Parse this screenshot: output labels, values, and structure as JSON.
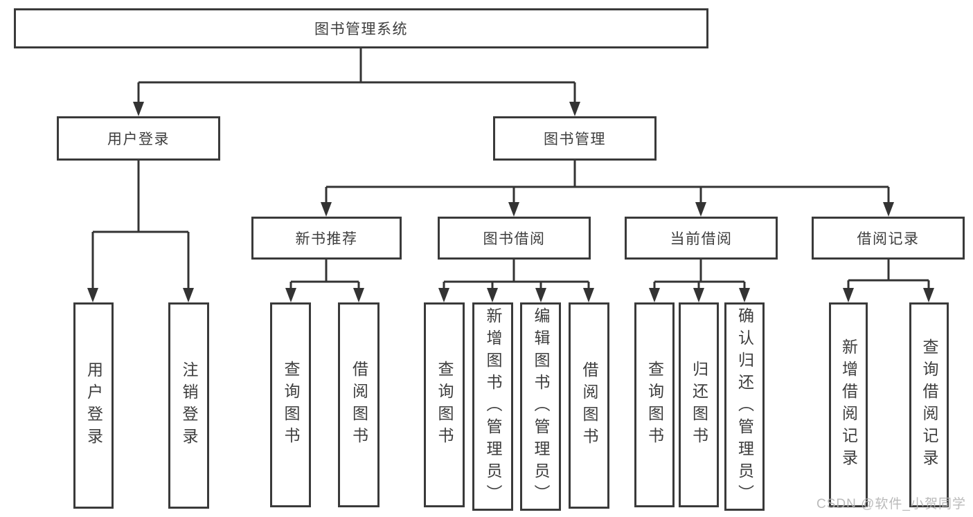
{
  "tree": {
    "root": {
      "label": "图书管理系统"
    },
    "children": [
      {
        "label": "用户登录",
        "children": [
          {
            "label": "用户登录"
          },
          {
            "label": "注销登录"
          }
        ]
      },
      {
        "label": "图书管理",
        "children": [
          {
            "label": "新书推荐",
            "children": [
              {
                "label": "查询图书"
              },
              {
                "label": "借阅图书"
              }
            ]
          },
          {
            "label": "图书借阅",
            "children": [
              {
                "label": "查询图书"
              },
              {
                "label": "新增图书（管理员）"
              },
              {
                "label": "编辑图书（管理员）"
              },
              {
                "label": "借阅图书"
              }
            ]
          },
          {
            "label": "当前借阅",
            "children": [
              {
                "label": "查询图书"
              },
              {
                "label": "归还图书"
              },
              {
                "label": "确认归还（管理员）"
              }
            ]
          },
          {
            "label": "借阅记录",
            "children": [
              {
                "label": "新增借阅记录"
              },
              {
                "label": "查询借阅记录"
              }
            ]
          }
        ]
      }
    ]
  },
  "watermark": "CSDN @软件_小贺同学",
  "colors": {
    "line": "#333333",
    "border": "#3a3a3a",
    "text": "#3d3d3d",
    "watermark": "#b3b3b3",
    "background": "#ffffff"
  }
}
